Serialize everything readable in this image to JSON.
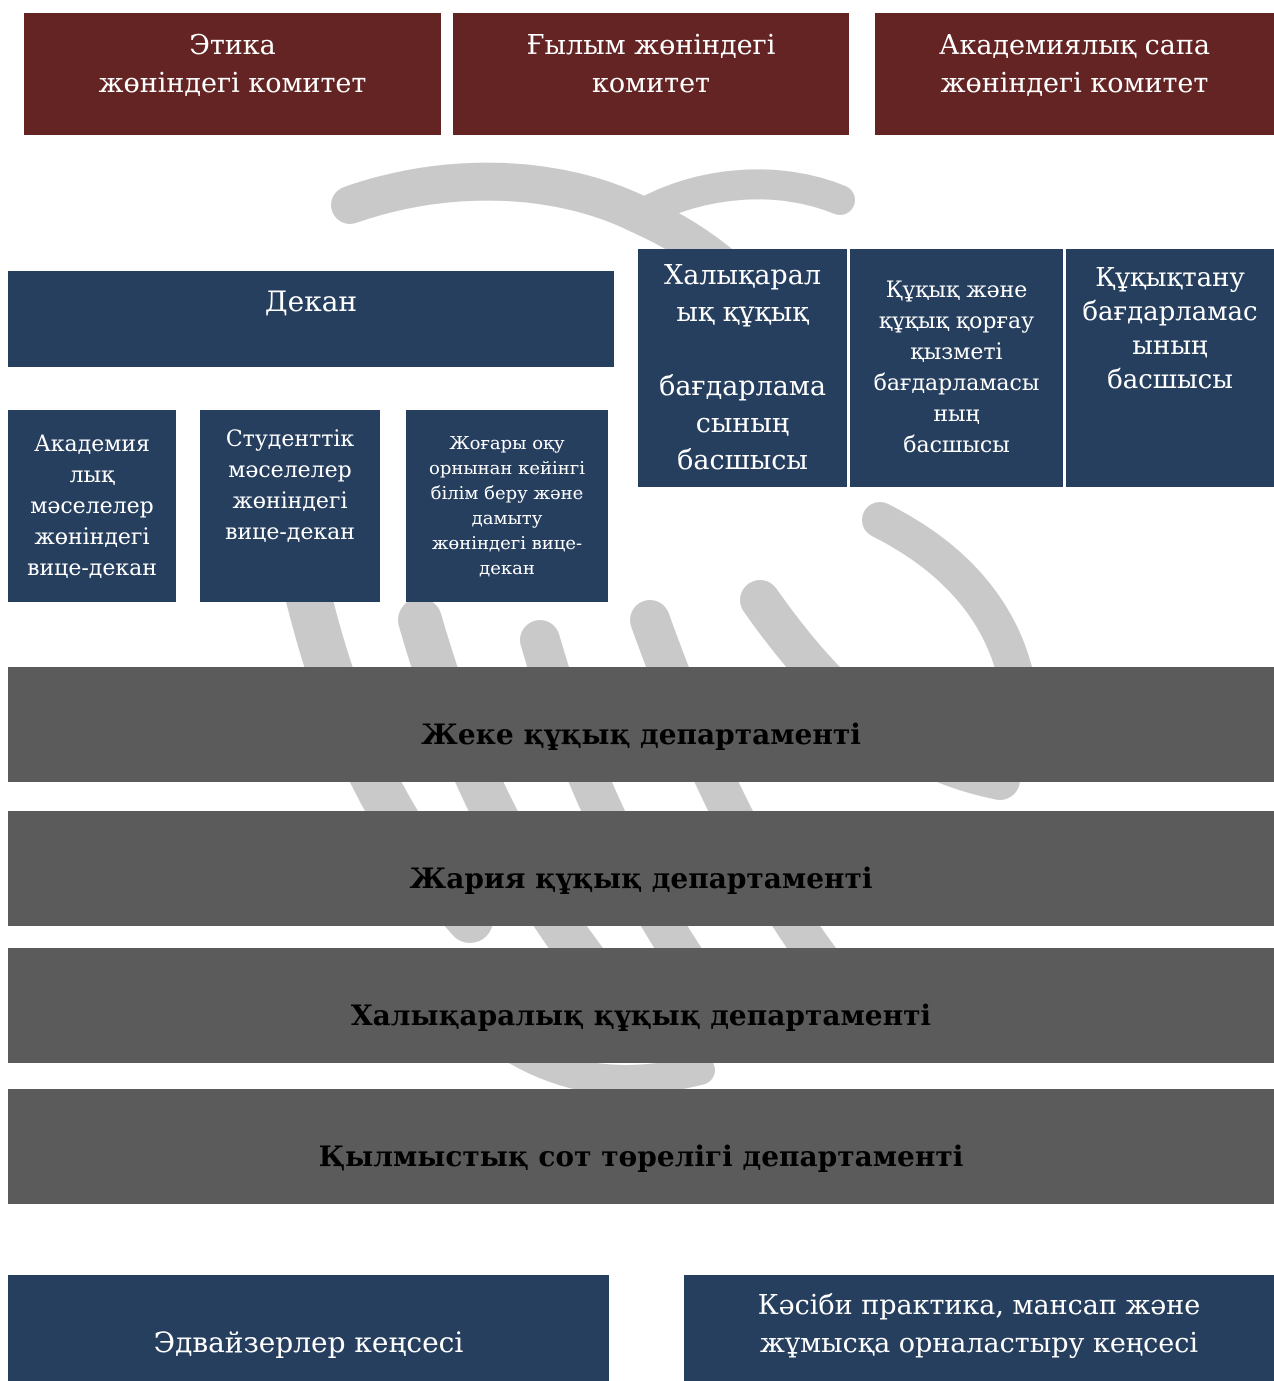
{
  "committees": {
    "ethics": "Этика\nжөніндегі комитет",
    "science": "Ғылым жөніндегі\nкомитет",
    "quality": "Академиялық сапа\nжөніндегі комитет"
  },
  "dean": "Декан",
  "vice_deans": {
    "academic": "Академия\nлық\nмәселелер\nжөніндегі\nвице-декан",
    "student": "Студенттік\nмәселелер\nжөніндегі\nвице-декан",
    "postgrad": "Жоғары оқу\nорнынан кейінгі\nбілім беру және\nдамыту\nжөніндегі вице-\nдекан"
  },
  "program_heads": {
    "international": "Халықарал\nық құқық\n\nбағдарлама\nсының\nбасшысы",
    "law_enforcement": "Құқық және\nқұқық қорғау\nқызметі\nбағдарламасы\nның\nбасшысы",
    "jurisprudence": "Құқықтану\nбағдарламас\nының\nбасшысы"
  },
  "departments": [
    "Жеке құқық департаменті",
    "Жария құқық департаменті",
    "Халықаралық құқық департаменті",
    "Қылмыстық сот төрелігі департаменті"
  ],
  "offices": {
    "advisors": "Эдвайзерлер кеңсесі",
    "career": "Кәсіби практика, мансап және\nжұмысқа орналастыру кеңсесі"
  },
  "colors": {
    "maroon": "#652424",
    "navy": "#263f5f",
    "gray": "#5b5b5b",
    "watermark": "#c9c9c9"
  },
  "icons": {
    "watermark": "lion-head-watermark-icon"
  }
}
